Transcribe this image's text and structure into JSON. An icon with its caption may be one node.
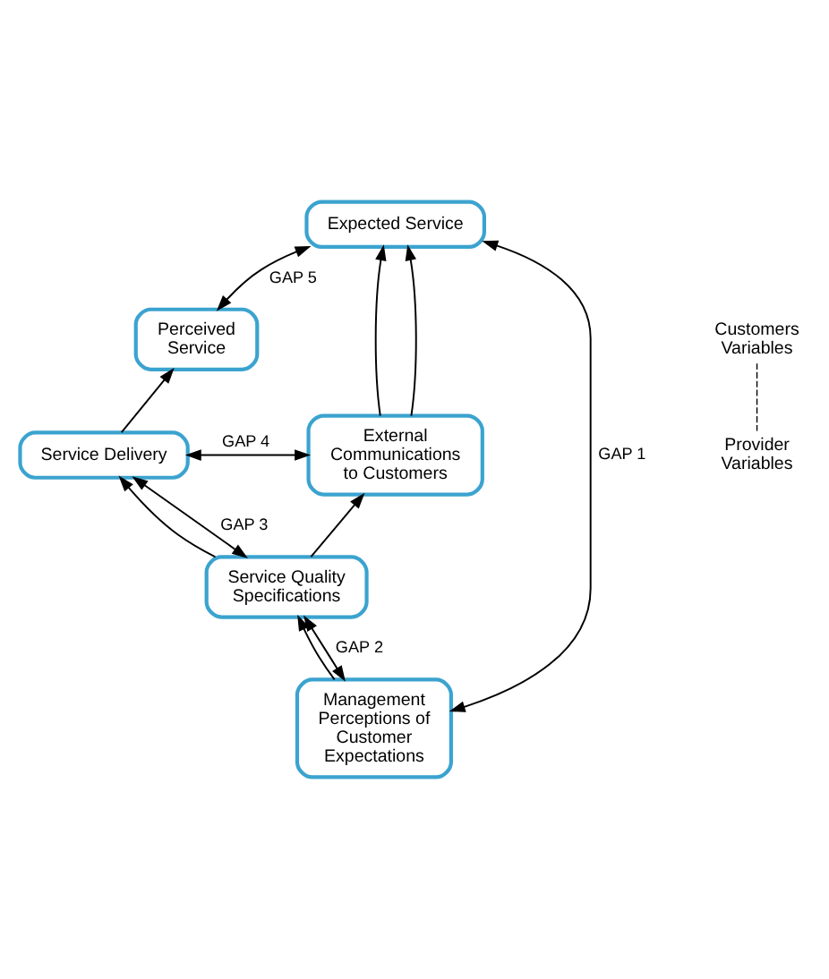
{
  "diagram": {
    "nodes": [
      {
        "text": [
          "Expected Service"
        ]
      },
      {
        "text": [
          "Perceived Service"
        ]
      },
      {
        "text": [
          "Service Delivery"
        ]
      },
      {
        "text": [
          "External Communications to Customers"
        ]
      },
      {
        "text": [
          "Service Quality Specifications"
        ]
      },
      {
        "text": [
          "Management Perceptions of Customer Expectations"
        ]
      }
    ],
    "edges": [
      {
        "from": 0,
        "to": 1,
        "arrow": "both",
        "label": "GAP 5"
      },
      {
        "from": 2,
        "to": 1,
        "arrow": "to"
      },
      {
        "from": 2,
        "to": 3,
        "arrow": "both",
        "label": "GAP 4"
      },
      {
        "from": 3,
        "to": 0,
        "arrow": "to"
      },
      {
        "from": 3,
        "to": 0,
        "arrow": "to"
      },
      {
        "from": 2,
        "to": 4,
        "arrow": "both",
        "label": "GAP 3"
      },
      {
        "from": 4,
        "to": 2,
        "arrow": "to"
      },
      {
        "from": 4,
        "to": 3,
        "arrow": "to"
      },
      {
        "from": 4,
        "to": 5,
        "arrow": "both",
        "label": "GAP 2"
      },
      {
        "from": 5,
        "to": 4,
        "arrow": "to"
      },
      {
        "from": 0,
        "to": 5,
        "arrow": "both",
        "label": "GAP 1"
      }
    ],
    "labels": [
      "Customers Variables",
      "Provider Variables"
    ]
  }
}
